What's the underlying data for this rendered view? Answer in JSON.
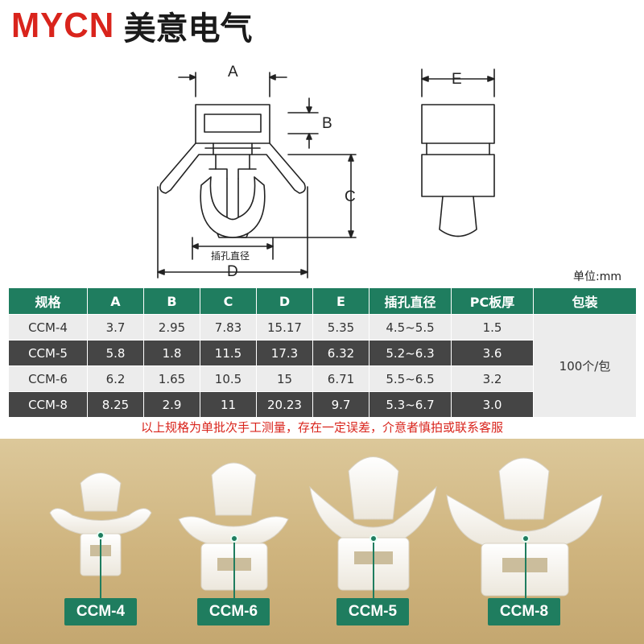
{
  "brand": {
    "latin": "MYCN",
    "chinese": "美意电气"
  },
  "diagram": {
    "labels": {
      "a": "A",
      "b": "B",
      "c": "C",
      "d": "D",
      "e": "E",
      "hole": "插孔直径"
    }
  },
  "unit": "单位:mm",
  "table": {
    "headers": [
      "规格",
      "A",
      "B",
      "C",
      "D",
      "E",
      "插孔直径",
      "PC板厚",
      "包装"
    ],
    "rows": [
      [
        "CCM-4",
        "3.7",
        "2.95",
        "7.83",
        "15.17",
        "5.35",
        "4.5~5.5",
        "1.5"
      ],
      [
        "CCM-5",
        "5.8",
        "1.8",
        "11.5",
        "17.3",
        "6.32",
        "5.2~6.3",
        "3.6"
      ],
      [
        "CCM-6",
        "6.2",
        "1.65",
        "10.5",
        "15",
        "6.71",
        "5.5~6.5",
        "3.2"
      ],
      [
        "CCM-8",
        "8.25",
        "2.9",
        "11",
        "20.23",
        "9.7",
        "5.3~6.7",
        "3.0"
      ]
    ],
    "packaging": "100个/包"
  },
  "disclaimer": "以上规格为单批次手工测量，存在一定误差，介意者慎拍或联系客服",
  "photo": {
    "tags": [
      "CCM-4",
      "CCM-6",
      "CCM-5",
      "CCM-8"
    ]
  },
  "colors": {
    "brand_red": "#d9241c",
    "accent_green": "#1f7d5f",
    "dark_row": "#454545",
    "light_row": "#ececec"
  }
}
